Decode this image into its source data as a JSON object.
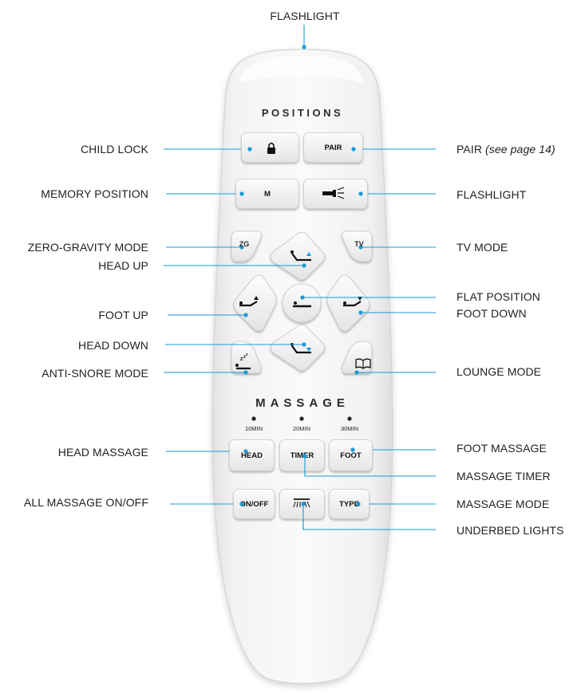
{
  "remote": {
    "positions_header": "POSITIONS",
    "massage_header": "MASSAGE",
    "timer_options": [
      "10MIN",
      "20MIN",
      "30MIN"
    ],
    "buttons": {
      "pair": "PAIR",
      "memory": "M",
      "zero_gravity": "ZG",
      "tv": "TV",
      "head": "HEAD",
      "timer": "TIMER",
      "foot": "FOOT",
      "on_off": "ON/OFF",
      "type": "TYPE"
    },
    "icons": {
      "child_lock": "lock-icon",
      "flashlight": "flashlight-icon",
      "head_up": "head-up-icon",
      "foot_up": "foot-up-icon",
      "flat": "flat-position-icon",
      "foot_down": "foot-down-icon",
      "head_down": "head-down-icon",
      "anti_snore": "anti-snore-icon",
      "lounge": "book-icon",
      "underbed_lights": "underbed-lights-icon"
    }
  },
  "callouts": {
    "flashlight_top": "FLASHLIGHT",
    "child_lock": "CHILD LOCK",
    "pair": "PAIR",
    "pair_note": "(see page 14)",
    "memory_position": "MEMORY POSITION",
    "flashlight": "FLASHLIGHT",
    "zero_gravity_mode": "ZERO-GRAVITY MODE",
    "tv_mode": "TV MODE",
    "head_up": "HEAD UP",
    "flat_position": "FLAT POSITION",
    "foot_up": "FOOT UP",
    "foot_down": "FOOT DOWN",
    "head_down": "HEAD DOWN",
    "anti_snore_mode": "ANTI-SNORE MODE",
    "lounge_mode": "LOUNGE MODE",
    "head_massage": "HEAD MASSAGE",
    "foot_massage": "FOOT MASSAGE",
    "massage_timer": "MASSAGE TIMER",
    "all_massage_on_off": "ALL MASSAGE ON/OFF",
    "massage_mode": "MASSAGE MODE",
    "underbed_lights": "UNDERBED LIGHTS"
  },
  "colors": {
    "leader_line": "#1a9ad6",
    "remote_body": "#f4f4f4"
  }
}
